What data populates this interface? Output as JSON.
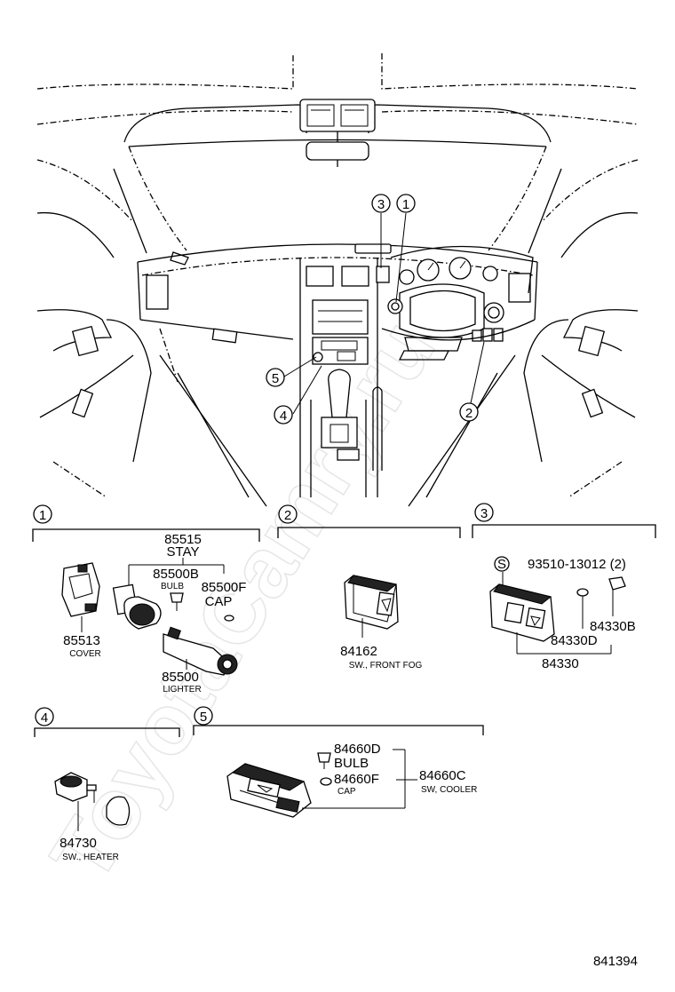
{
  "watermark": "ToyotaCamry.ru",
  "figure_id": "841394",
  "callouts": [
    "1",
    "2",
    "3",
    "4",
    "5"
  ],
  "section1": {
    "number": "1",
    "stay_code": "85515",
    "stay_label": "STAY",
    "bulb_code": "85500B",
    "bulb_label": "BULB",
    "cap_code": "85500F",
    "cap_label": "CAP",
    "cover_code": "85513",
    "cover_label": "COVER",
    "lighter_code": "85500",
    "lighter_label": "LIGHTER"
  },
  "section2": {
    "number": "2",
    "code": "84162",
    "label": "SW., FRONT FOG"
  },
  "section3": {
    "number": "3",
    "screw_symbol": "S",
    "screw_code": "93510-13012 (2)",
    "knob_code": "84330B",
    "switch_code": "84330D",
    "assy_code": "84330"
  },
  "section4": {
    "number": "4",
    "code": "84730",
    "label": "SW., HEATER"
  },
  "section5": {
    "number": "5",
    "bulb_code": "84660D",
    "bulb_label": "BULB",
    "cap_code": "84660F",
    "cap_label": "CAP",
    "assy_code": "84660C",
    "assy_label": "SW, COOLER"
  }
}
